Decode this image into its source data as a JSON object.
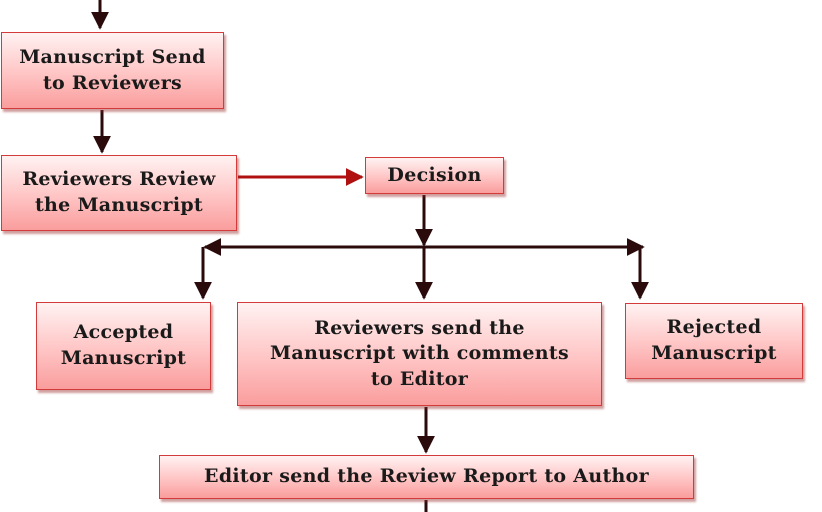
{
  "nodes": {
    "send_to_reviewers": "Manuscript Send\nto Reviewers",
    "reviewers_review": "Reviewers Review\nthe Manuscript",
    "decision": "Decision",
    "accepted": "Accepted\nManuscript",
    "send_with_comments": "Reviewers send the\nManuscript with comments\nto  Editor",
    "rejected": "Rejected\nManuscript",
    "editor_report": "Editor send the Review Report to Author"
  },
  "colors": {
    "box_fill_top": "#fff2f2",
    "box_fill_bottom": "#fa9d9d",
    "box_border": "#d33a3a",
    "arrow": "#2a0a0a",
    "arrow_horizontal": "#b01010"
  }
}
